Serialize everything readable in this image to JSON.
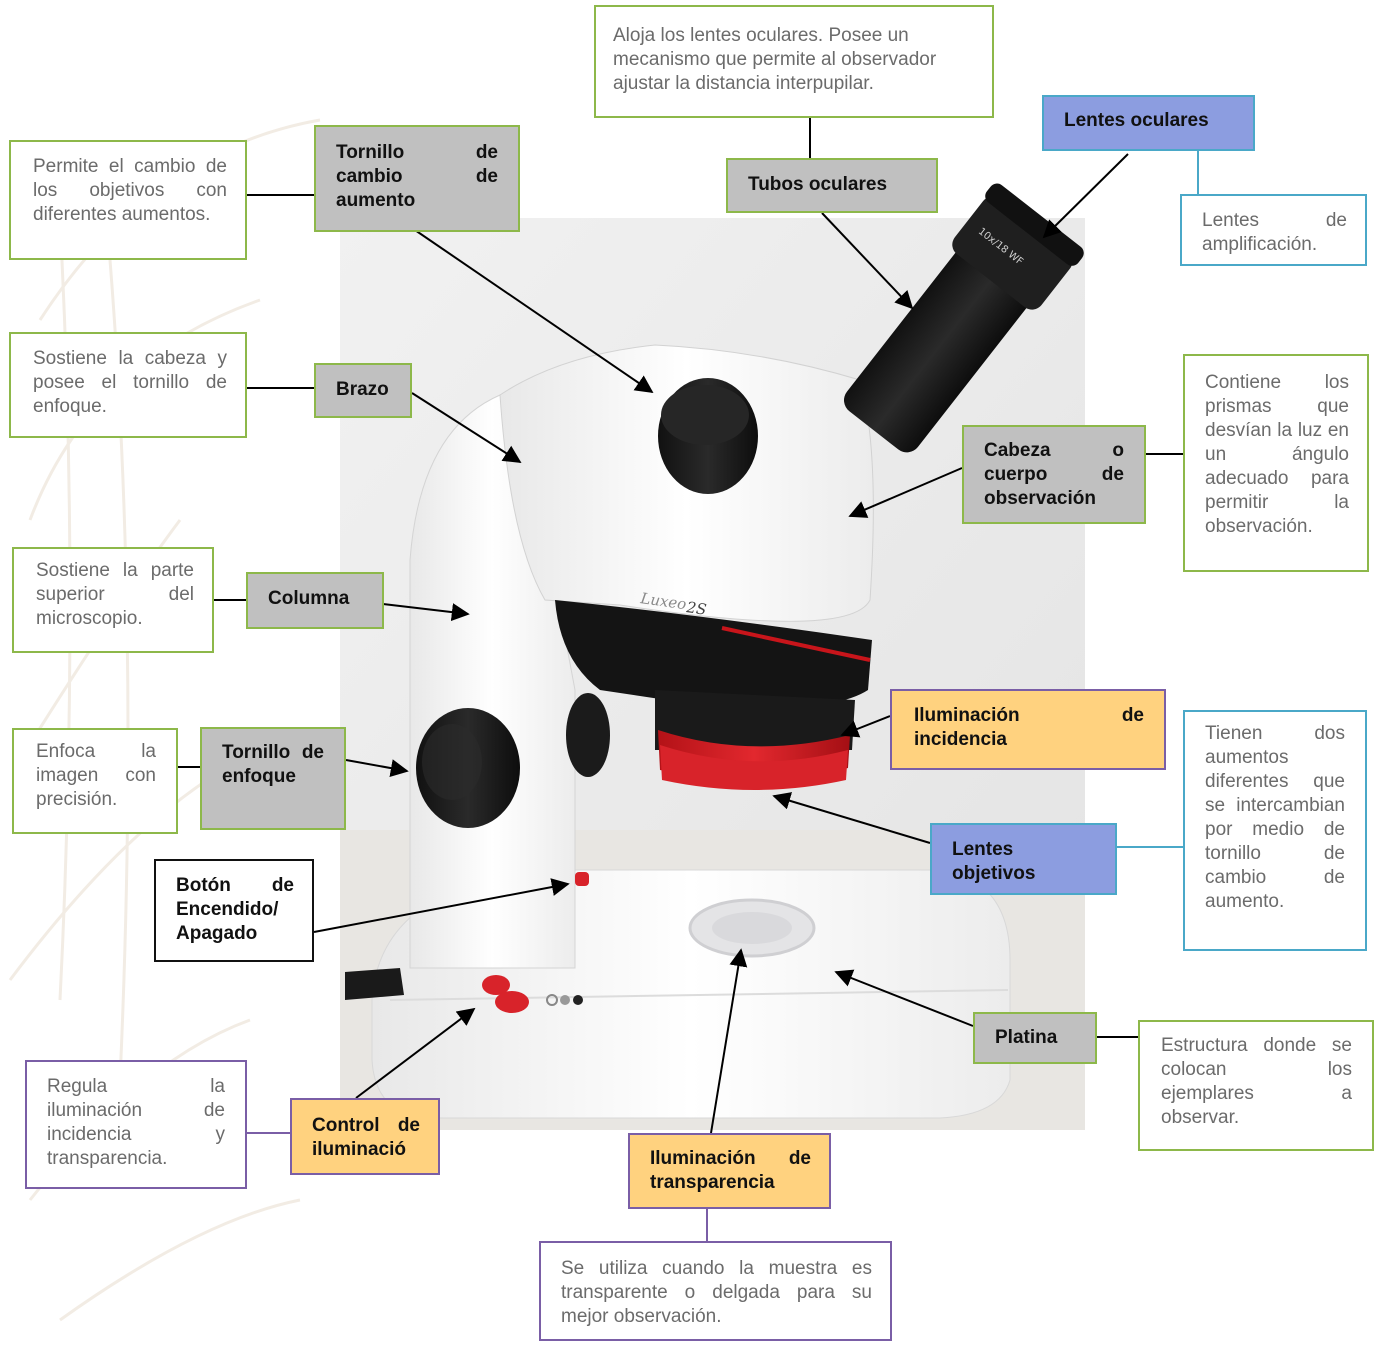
{
  "colors": {
    "label_gray": "#c0c0c0",
    "label_orange": "#ffd27f",
    "label_blue": "#8c9de0",
    "border_green": "#8db84a",
    "border_teal": "#4aa8c8",
    "border_purple": "#7a5ea6",
    "accent_red": "#d8232a",
    "description_text": "#6b6b6b"
  },
  "photo": {
    "brand_text": "Luxeo",
    "model_text": "2S",
    "eyepiece_text": "10x/18 WF"
  },
  "labels": {
    "tornillo_cambio": "Tornillo de cambio de aumento",
    "tubos_oculares": "Tubos oculares",
    "lentes_oculares": "Lentes oculares",
    "brazo": "Brazo",
    "cabeza": "Cabeza o cuerpo de observación",
    "columna": "Columna",
    "iluminacion_incidencia": "Iluminación de incidencia",
    "tornillo_enfoque": "Tornillo de enfoque",
    "lentes_objetivos": "Lentes objetivos",
    "boton_encendido": "Botón de Encendido/ Apagado",
    "platina": "Platina",
    "control_iluminacion": "Control de iluminació",
    "iluminacion_transparencia": "Iluminación de transparencia"
  },
  "descriptions": {
    "tubos_oculares": "Aloja los lentes oculares. Posee un mecanismo que permite al observador ajustar la distancia interpupilar.",
    "tornillo_cambio": "Permite el cambio de los objetivos con diferentes aumentos.",
    "lentes_oculares": "Lentes de amplificación.",
    "brazo": "Sostiene la cabeza y posee el tornillo de enfoque.",
    "cabeza": "Contiene los prismas que desvían la luz en un ángulo adecuado para permitir la observación.",
    "columna": "Sostiene la parte superior del microscopio.",
    "tornillo_enfoque": "Enfoca la imagen con precisión.",
    "lentes_objetivos": "Tienen dos aumentos diferentes que se intercambian por medio de tornillo de cambio de aumento.",
    "platina": "Estructura donde se colocan los ejemplares a observar.",
    "control_iluminacion": "Regula la iluminación de incidencia y transparencia.",
    "iluminacion_transparencia": "Se utiliza cuando la muestra es transparente o delgada para su mejor observación."
  }
}
